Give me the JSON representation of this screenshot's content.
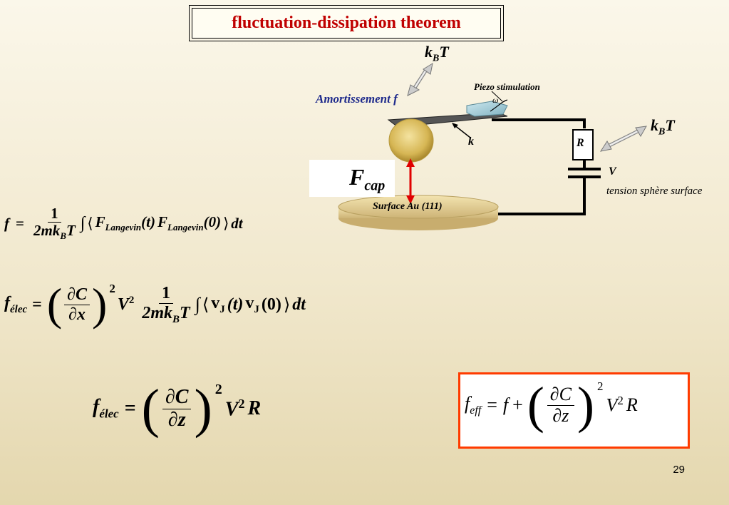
{
  "slide": {
    "title": "fluctuation-dissipation theorem",
    "page_number": "29"
  },
  "diagram": {
    "kBT_top": "k",
    "kBT_top_sub": "B",
    "kBT_top_T": "T",
    "amortissement": "Amortissement f",
    "piezo": "Piezo stimulation",
    "k_label": "k",
    "fcap_main": "F",
    "fcap_sub": "cap",
    "surface": "Surface Au (111)",
    "R_label": "R",
    "V_label": "V",
    "tension": "tension sphère surface",
    "kBT_right": "k",
    "kBT_right_sub": "B",
    "kBT_right_T": "T",
    "omega": "ω"
  },
  "eq1": {
    "lhs": "f",
    "eq": "=",
    "num": "1",
    "den_a": "2mk",
    "den_sub": "B",
    "den_b": "T",
    "integral": "∫",
    "open": "⟨",
    "F1": "F",
    "sub1": "Langevin",
    "arg1": "(t)",
    "F2": "F",
    "sub2": "Langevin",
    "arg2": "(0)",
    "close": "⟩",
    "dt": "dt"
  },
  "eq2": {
    "lhs": "f",
    "lhs_sub": "élec",
    "eq": "=",
    "d_num": "∂C",
    "d_den": "∂x",
    "exp": "2",
    "V": "V",
    "V_exp": "2",
    "num": "1",
    "den_a": "2mk",
    "den_sub": "B",
    "den_b": "T",
    "integral": "∫",
    "open": "⟨",
    "v1": "v",
    "vsub1": "J",
    "arg1": "(t)",
    "v2": "v",
    "vsub2": "J",
    "arg2": "(0)",
    "close": "⟩",
    "dt": "dt"
  },
  "eq3": {
    "lhs": "f",
    "lhs_sub": "élec",
    "eq": "=",
    "d_num": "∂C",
    "d_den": "∂z",
    "exp": "2",
    "V": "V",
    "V_exp": "2",
    "R": "R"
  },
  "eq4": {
    "lhs": "f",
    "lhs_sub": "eff",
    "eq": "=",
    "f": "f",
    "plus": "+",
    "d_num": "∂C",
    "d_den": "∂z",
    "exp": "2",
    "V": "V",
    "V_exp": "2",
    "R": "R"
  },
  "colors": {
    "title": "#c00000",
    "amortissement": "#1f2b8c",
    "arrow_red": "#e00000",
    "box_border": "#ff3b00",
    "sphere": "#d8b95a",
    "surface": "#ead9a0"
  }
}
